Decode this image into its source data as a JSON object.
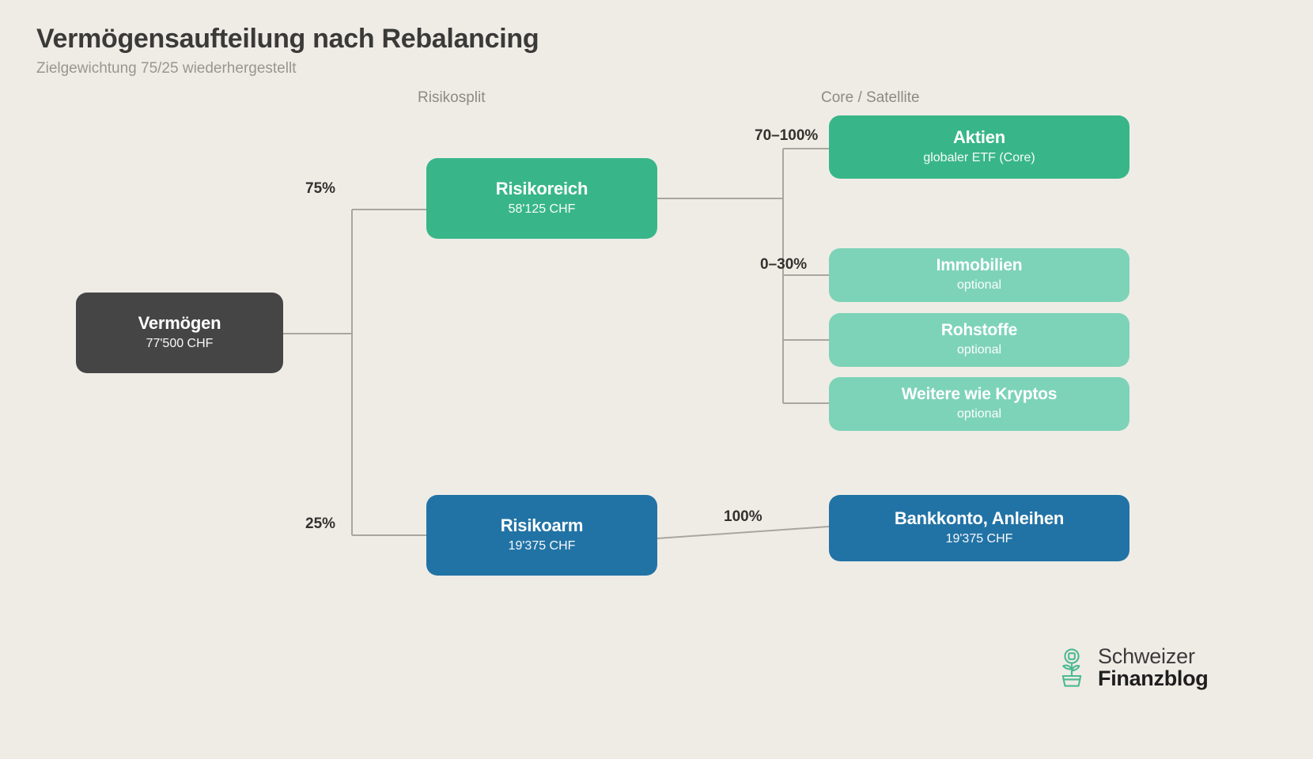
{
  "header": {
    "title": "Vermögensaufteilung nach Rebalancing",
    "subtitle": "Zielgewichtung 75/25 wiederhergestellt"
  },
  "columns": {
    "risk_split": "Risikosplit",
    "core_satellite": "Core / Satellite"
  },
  "nodes": {
    "root": {
      "label": "Vermögen",
      "value": "77'500 CHF",
      "color": "#454545"
    },
    "risky": {
      "label": "Risikoreich",
      "value": "58'125 CHF",
      "color": "#38b68a"
    },
    "safe": {
      "label": "Risikoarm",
      "value": "19'375 CHF",
      "color": "#2273a5"
    },
    "aktien": {
      "label": "Aktien",
      "value": "globaler ETF (Core)",
      "color": "#38b68a"
    },
    "immobilien": {
      "label": "Immobilien",
      "value": "optional",
      "color": "#7dd3b8"
    },
    "rohstoffe": {
      "label": "Rohstoffe",
      "value": "optional",
      "color": "#7dd3b8"
    },
    "kryptos": {
      "label": "Weitere wie Kryptos",
      "value": "optional",
      "color": "#7dd3b8"
    },
    "bank": {
      "label": "Bankkonto, Anleihen",
      "value": "19'375 CHF",
      "color": "#2273a5"
    }
  },
  "edges": {
    "root_to_risky": "75%",
    "root_to_safe": "25%",
    "risky_to_aktien": "70–100%",
    "risky_to_satellites": "0–30%",
    "safe_to_bank": "100%"
  },
  "logo": {
    "line1": "Schweizer",
    "line2": "Finanzblog",
    "mark_color": "#4cb991"
  },
  "palette": {
    "background": "#efece6",
    "connector": "#a9a69f",
    "dark": "#454545",
    "green": "#38b68a",
    "green_light": "#7dd3b8",
    "blue": "#2273a5",
    "title": "#3a3a38",
    "muted": "#8d8a83"
  }
}
